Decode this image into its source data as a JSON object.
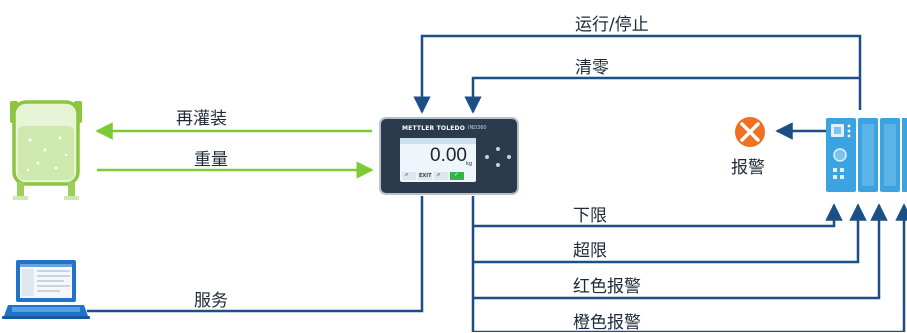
{
  "labels": {
    "run_stop": "运行/停止",
    "zero": "清零",
    "refill": "再灌装",
    "weight": "重量",
    "alarm": "报警",
    "lower_limit": "下限",
    "over_limit": "超限",
    "red_alarm": "红色报警",
    "orange_alarm": "橙色报警",
    "service": "服务"
  },
  "terminal": {
    "brand": "METTLER TOLEDO",
    "model": "IND360",
    "display_value": "0.00",
    "unit": "kg",
    "softkey_1": "⌕",
    "softkey_2": "EXIT",
    "softkey_3": "⌕",
    "softkey_4": "✓"
  },
  "colors": {
    "signal": "#1c4f86",
    "green": "#7ccb34",
    "alarm": "#f07020",
    "tank": "#8cc63f",
    "plc": "#3aa3e0"
  }
}
